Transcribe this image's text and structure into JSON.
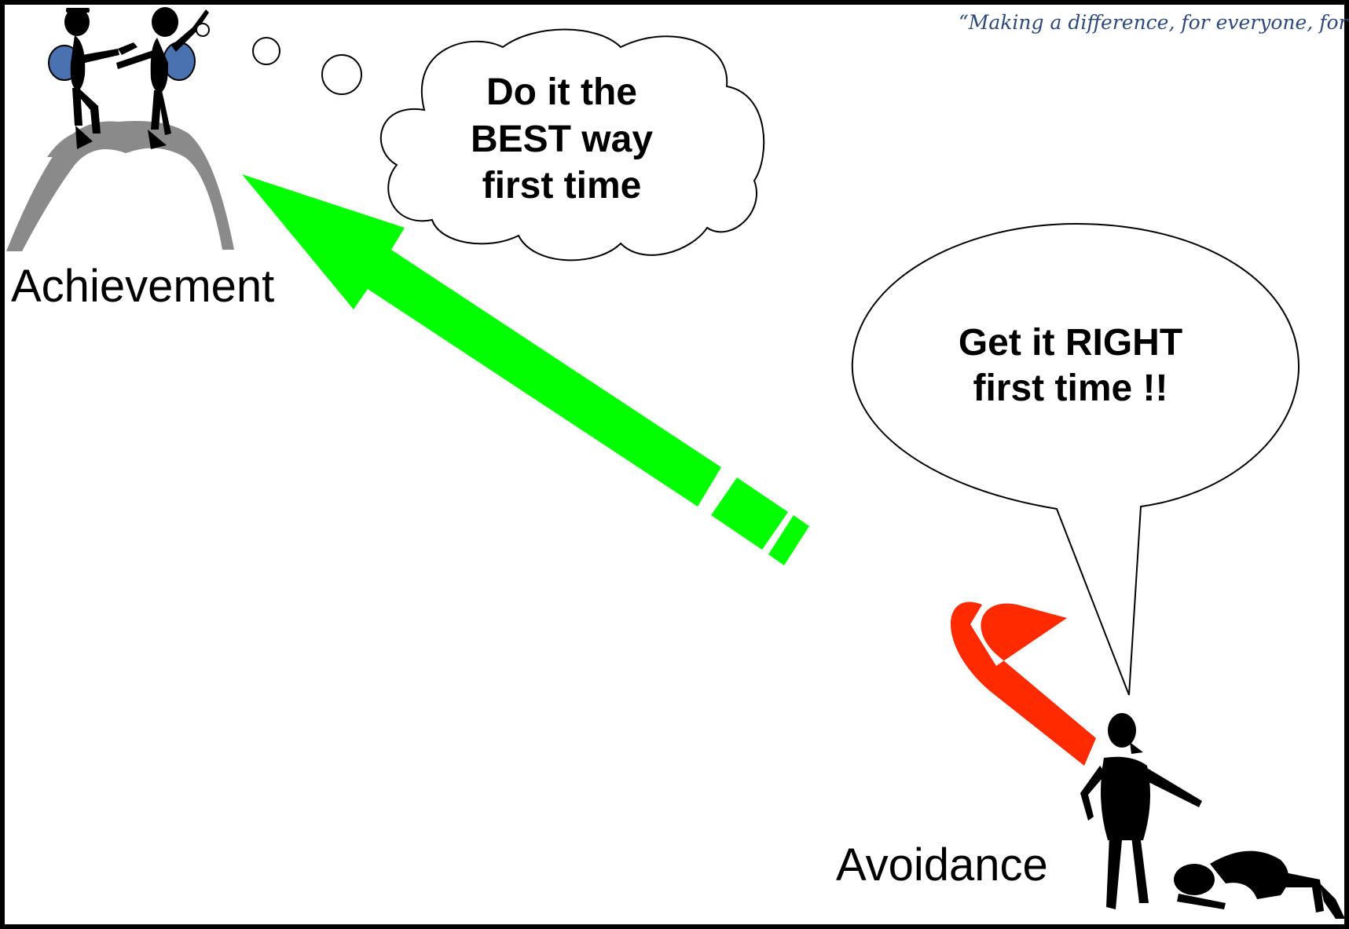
{
  "header": {
    "quote": "“Making a difference, for everyone, for e"
  },
  "labels": {
    "achievement": "Achievement",
    "avoidance": "Avoidance"
  },
  "thought_bubble": {
    "lines": [
      "Do it the",
      "BEST way",
      "first time"
    ]
  },
  "speech_bubble": {
    "lines": [
      "Get it RIGHT",
      "first time !!"
    ]
  },
  "colors": {
    "green_arrow": "#00ff00",
    "red_arrow": "#ff2a00",
    "mountain": "#8a8a8a",
    "backpack": "#4a72b0",
    "quote_text": "#2e4a7a"
  }
}
